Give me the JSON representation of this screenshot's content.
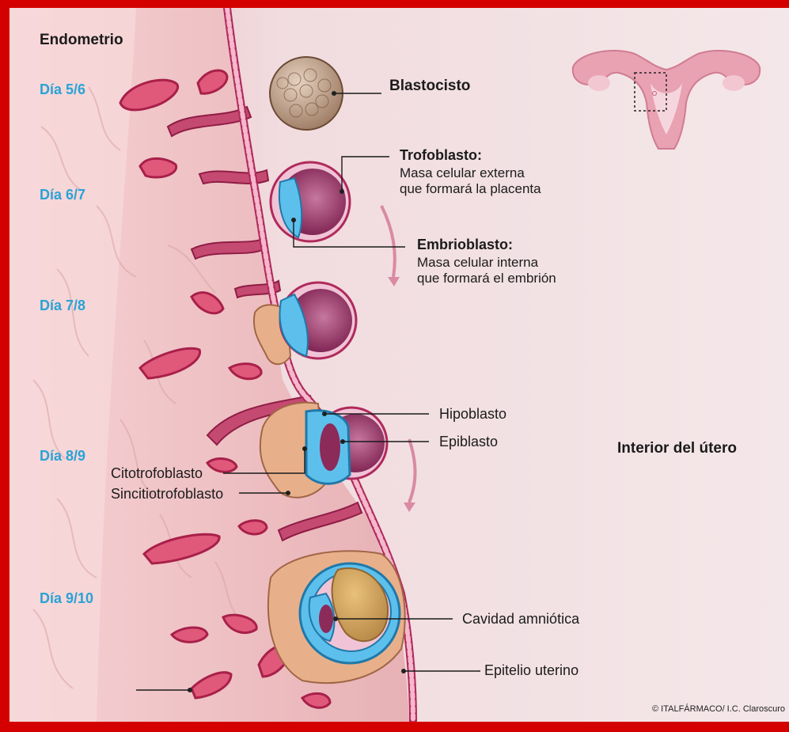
{
  "title": "Endometrio",
  "days": [
    "Día 5/6",
    "Día 6/7",
    "Día 7/8",
    "Día 8/9",
    "Día 9/10"
  ],
  "labels": {
    "blastocisto": "Blastocisto",
    "trofoblasto_title": "Trofoblasto:",
    "trofoblasto_desc_1": "Masa celular externa",
    "trofoblasto_desc_2": "que formará la placenta",
    "embrioblasto_title": "Embrioblasto:",
    "embrioblasto_desc_1": "Masa celular interna",
    "embrioblasto_desc_2": "que formará el embrión",
    "hipoblasto": "Hipoblasto",
    "epiblasto": "Epiblasto",
    "citotrofoblasto": "Citotrofoblasto",
    "sincitiotrofoblasto": "Sincitiotrofoblasto",
    "interior_utero": "Interior del útero",
    "cavidad_amniotica": "Cavidad amniótica",
    "epitelio_uterino": "Epitelio uterino"
  },
  "credit": "© ITALFÁRMACO/ I.C. Claroscuro",
  "colors": {
    "frame": "#d40000",
    "background": "#f3e4e6",
    "endometrium": "#efc3c6",
    "day_labels": "#29a3d6",
    "vessel": "#e0587a",
    "trophoblast": "#8c2a5a",
    "embryoblast": "#5dc0ec"
  }
}
